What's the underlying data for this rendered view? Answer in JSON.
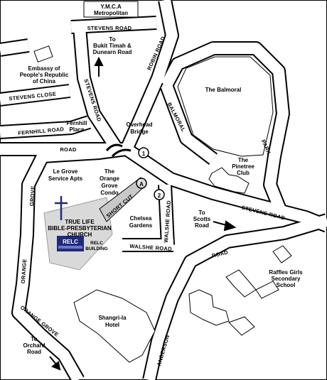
{
  "places": {
    "ymca": [
      "Y.M.C.A",
      "Metropolitan"
    ],
    "embassy": [
      "Embassy of",
      "People's Republic",
      "of China"
    ],
    "balmoral": "The Balmoral",
    "pinetree": [
      "The",
      "Pinetree",
      "Club"
    ],
    "le_grove": [
      "Le Grove",
      "Service Apts"
    ],
    "orange_grove_condo": [
      "The",
      "Orange",
      "Grove",
      "Condo"
    ],
    "church": [
      "TRUE LIFE",
      "BIBLE-PRESBYTERIAN",
      "CHURCH"
    ],
    "relc": "RELC",
    "relc_building": [
      "RELC",
      "BUILDING"
    ],
    "chelsea": [
      "Chelsea",
      "Gardens"
    ],
    "raffles": [
      "Raffles Girls",
      "Secondary",
      "School"
    ],
    "shangri_la": [
      "Shangri-la",
      "Hotel"
    ],
    "overhead_bridge": [
      "Overhead",
      "Bridge"
    ],
    "fernhill_place": [
      "Fernhill",
      "Place"
    ]
  },
  "roads": {
    "stevens_road_top": "STEVENS ROAD",
    "stevens_close": "STEVENS CLOSE",
    "stevens_road_left": "STEVENS ROAD",
    "fernhill_road": "FERNHILL ROAD",
    "road_mid": "ROAD",
    "robin_road": "ROBIN ROAD",
    "balmoral": "BALMORAL",
    "park": "PARK",
    "stevens_road_right": "STEVENS ROAD",
    "walshe_road_vertical": "WALSHE ROAD",
    "walshe_road": "WALSHE ROAD",
    "road_right": "ROAD",
    "short_cut": "SHORT CUT",
    "grove": "GROVE",
    "orange": "ORANGE",
    "orange_grove": "ORANGE GROVE",
    "anderson": "ANDERSON"
  },
  "directions": {
    "bukit_timah": [
      "To",
      "Bukit Timah &",
      "Dunearn Road"
    ],
    "scotts": [
      "To",
      "Scotts",
      "Road"
    ],
    "orchard": [
      "To",
      "Orchard",
      "Road"
    ]
  },
  "markers": {
    "m1": "1",
    "m2": "2",
    "ma": "A"
  },
  "colors": {
    "road_fill": "#ffffff",
    "road_edge": "#000000",
    "church_grounds": "#d9d9d9",
    "church_accent": "#1f2a7a",
    "shortcut": "#c8c8c8"
  }
}
